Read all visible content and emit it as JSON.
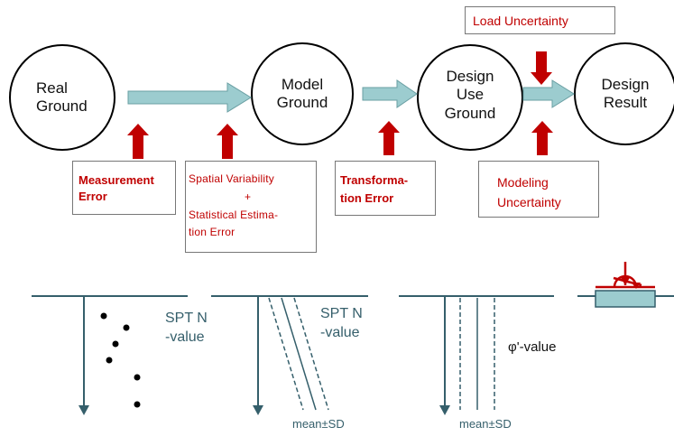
{
  "nodes": {
    "real_ground": {
      "line1": "Real",
      "line2": "Ground"
    },
    "model_ground": {
      "line1": "Model",
      "line2": "Ground"
    },
    "design_use_ground": {
      "line1": "Design",
      "line2": "Use",
      "line3": "Ground"
    },
    "design_result": {
      "line1": "Design",
      "line2": "Result"
    }
  },
  "errors": {
    "load": {
      "line1": "Load Uncertainty"
    },
    "measurement": {
      "line1": "Measurement",
      "line2": "Error"
    },
    "spatial": {
      "line1": "Spatial Variability",
      "line2": "+",
      "line3": "Statistical Estima-",
      "line4": "tion Error"
    },
    "transformation": {
      "line1": "Transforma-",
      "line2": "tion Error"
    },
    "modeling": {
      "line1": "Modeling",
      "line2": "Uncertainty"
    }
  },
  "profiles": {
    "spt1": {
      "line1": "SPT N",
      "line2": "-value"
    },
    "spt2": {
      "line1": "SPT N",
      "line2": "-value"
    },
    "mean_sd_1": "mean±SD",
    "mean_sd_2": "mean±SD",
    "phi_label": "φ'-value"
  },
  "colors": {
    "error_red": "#c00000",
    "arrow_fill": "#9ccccf",
    "text_teal": "#355f6b"
  }
}
